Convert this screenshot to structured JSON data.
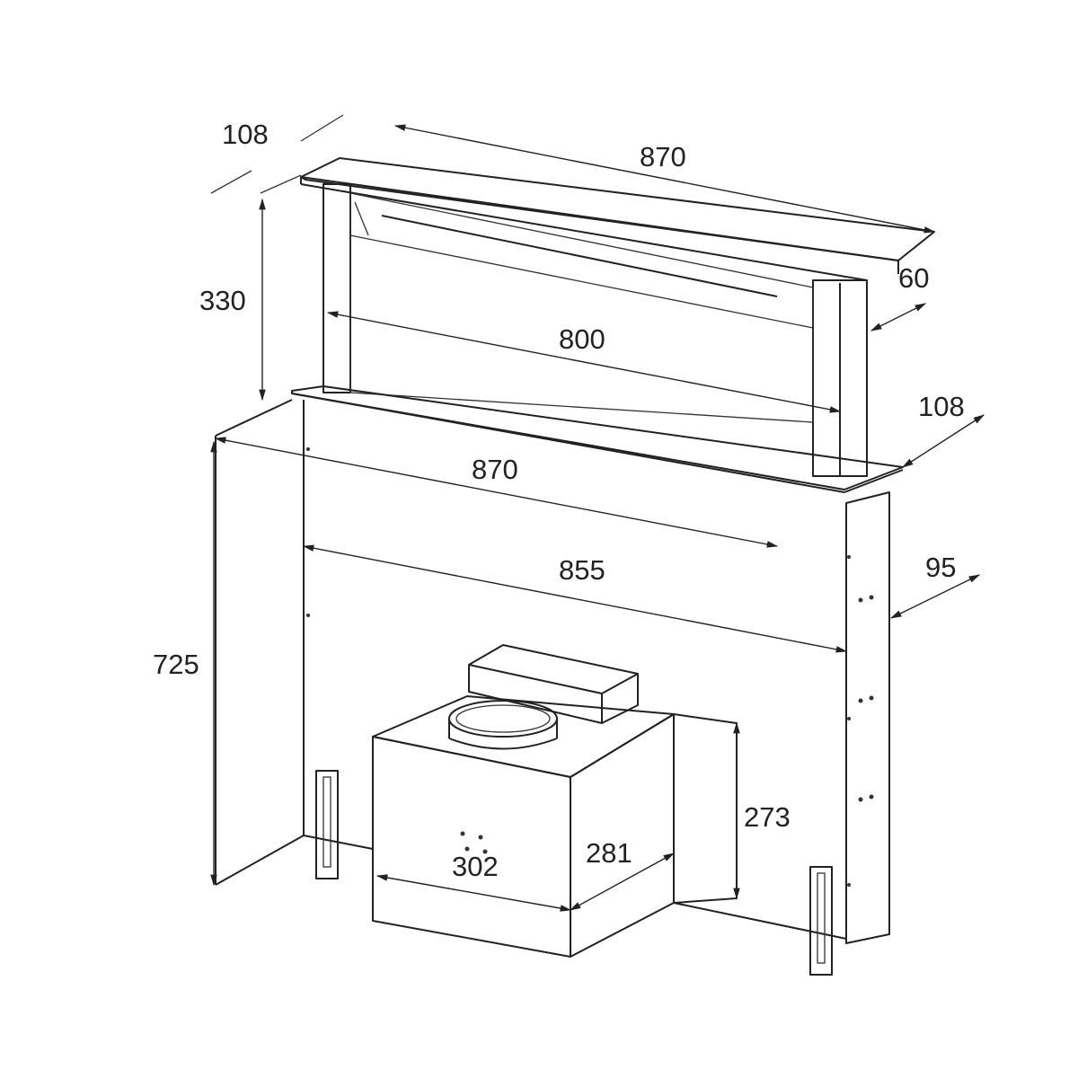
{
  "title": "Downdraft hood dimensions",
  "dimensions": {
    "top_depth": "108",
    "top_width": "870",
    "height_above": "330",
    "post_depth": "60",
    "panel_width": "800",
    "base_depth": "108",
    "base_width": "870",
    "cabinet_width": "855",
    "side_depth": "95",
    "total_height": "725",
    "motor_height": "273",
    "motor_width": "302",
    "motor_depth": "281"
  }
}
